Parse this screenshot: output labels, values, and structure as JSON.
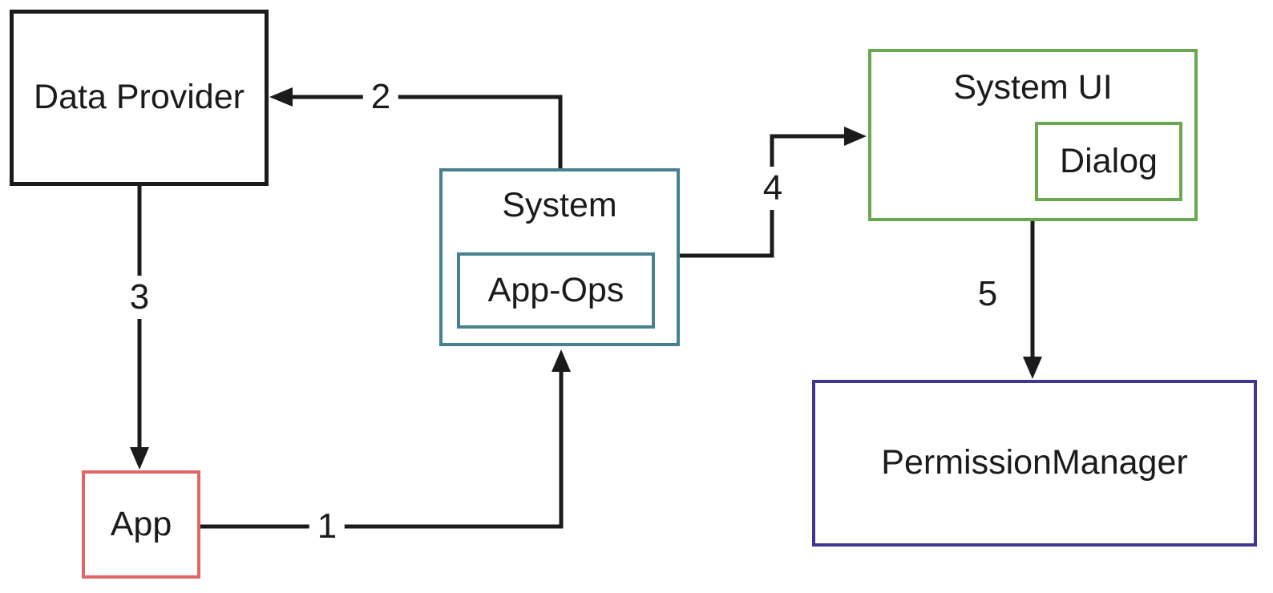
{
  "canvas": {
    "background_color": "#ffffff",
    "line_color": "#1b1b1b"
  },
  "nodes": {
    "data_provider": {
      "label": "Data Provider",
      "border_color": "#1b1b1b"
    },
    "app": {
      "label": "App",
      "border_color": "#e06666"
    },
    "system": {
      "label": "System",
      "border_color": "#45818e"
    },
    "app_ops": {
      "label": "App-Ops",
      "border_color": "#45818e",
      "parent": "System"
    },
    "system_ui": {
      "label": "System UI",
      "border_color": "#6aa84f"
    },
    "dialog": {
      "label": "Dialog",
      "border_color": "#6aa84f",
      "parent": "System UI"
    },
    "permission_manager": {
      "label": "PermissionManager",
      "border_color": "#3e3691"
    }
  },
  "arrows": {
    "arrow_1": {
      "label": "1",
      "from": "App",
      "to": "System"
    },
    "arrow_2": {
      "label": "2",
      "from": "System",
      "to": "Data Provider"
    },
    "arrow_3": {
      "label": "3",
      "from": "Data Provider",
      "to": "App"
    },
    "arrow_4": {
      "label": "4",
      "from": "System",
      "to": "System UI"
    },
    "arrow_5": {
      "label": "5",
      "from": "System UI",
      "to": "PermissionManager"
    }
  }
}
